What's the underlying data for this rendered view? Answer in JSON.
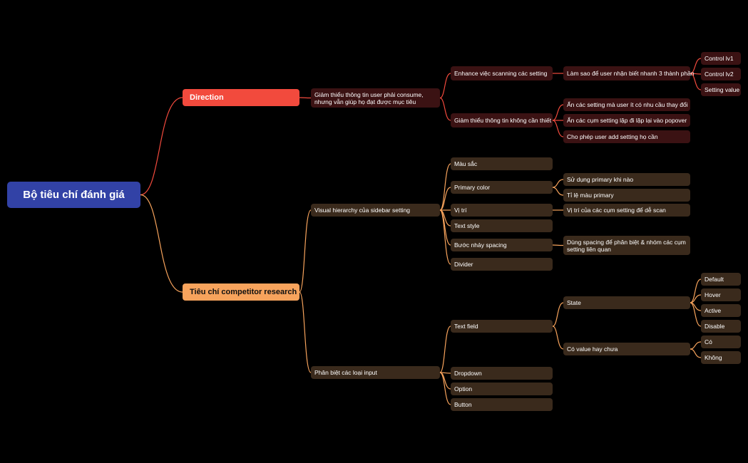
{
  "root": "Bộ tiêu chí đánh giá",
  "colors": {
    "background": "#000000",
    "root": "#3242a6",
    "direction_branch": "#f24a3d",
    "competitor_branch": "#f7a35c",
    "direction_node": "#3b1213",
    "competitor_node": "#3a2a1c"
  },
  "direction": {
    "label": "Direction",
    "goal": "Giảm thiểu thông tin user phải consume, nhưng vẫn giúp họ đạt được mục tiêu",
    "enhance": {
      "label": "Enhance việc scanning các setting",
      "question": "Làm sao để user nhận biết nhanh 3 thành phần",
      "parts": [
        "Control lv1",
        "Control lv2",
        "Setting value"
      ]
    },
    "reduce": {
      "label": "Giảm thiểu thông tin không cần thiết",
      "items": [
        "Ẩn các setting mà user ít có nhu cầu thay đổi",
        "Ẩn các cụm setting lặp đi lặp lại vào popover",
        "Cho phép user add setting họ cần"
      ]
    }
  },
  "competitor": {
    "label": "Tiêu chí competitor research",
    "visual": {
      "label": "Visual hierarchy của sidebar setting",
      "color": "Màu sắc",
      "primary": {
        "label": "Primary color",
        "items": [
          "Sử dụng primary khi nào",
          "Tỉ lệ màu primary"
        ]
      },
      "position": {
        "label": "Vị trí",
        "item": "Vị trí của các cụm setting để dễ scan"
      },
      "text_style": "Text style",
      "spacing": {
        "label": "Bước nhảy spacing",
        "item": "Dùng spacing để phân biệt & nhóm các cụm setting liên quan"
      },
      "divider": "Divider"
    },
    "inputs": {
      "label": "Phân biệt các loại input",
      "text_field": {
        "label": "Text field",
        "state": {
          "label": "State",
          "items": [
            "Default",
            "Hover",
            "Active",
            "Disable"
          ]
        },
        "has_value": {
          "label": "Có value hay chưa",
          "items": [
            "Có",
            "Không"
          ]
        }
      },
      "dropdown": "Dropdown",
      "option": "Option",
      "button": "Button"
    }
  }
}
